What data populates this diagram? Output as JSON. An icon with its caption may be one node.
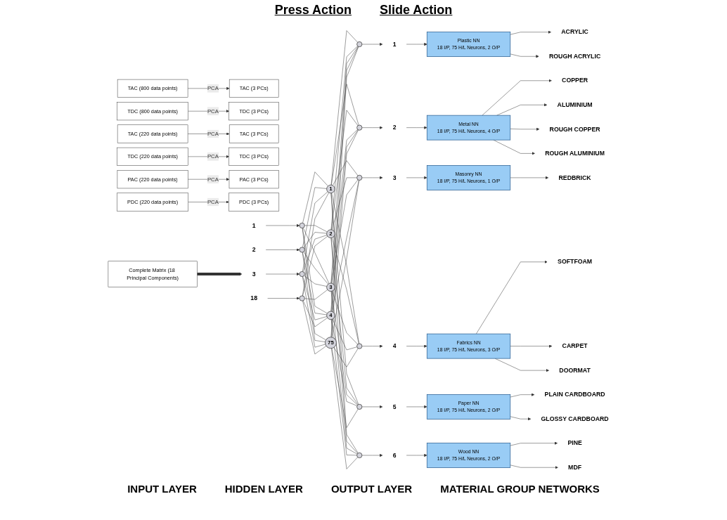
{
  "diagram": {
    "nodes": [
      {
        "text": [
          "TAC (800 data points)"
        ]
      },
      {
        "text": [
          "TAC (3 PCs)"
        ]
      },
      {
        "text": [
          "TDC (800 data points)"
        ]
      },
      {
        "text": [
          "TDC (3 PCs)"
        ]
      },
      {
        "text": [
          "TAC (220 data points)"
        ]
      },
      {
        "text": [
          "TAC (3 PCs)"
        ]
      },
      {
        "text": [
          "TDC (220 data points)"
        ]
      },
      {
        "text": [
          "TDC (3 PCs)"
        ]
      },
      {
        "text": [
          "PAC (220 data points)"
        ]
      },
      {
        "text": [
          "PAC (3 PCs)"
        ]
      },
      {
        "text": [
          "PDC (220 data points)"
        ]
      },
      {
        "text": [
          "PDC (3 PCs)"
        ]
      },
      {
        "text": [
          "Complete Matrix (18 Principal Components)"
        ]
      },
      {
        "text": [
          "1"
        ]
      },
      {
        "text": [
          "2"
        ]
      },
      {
        "text": [
          "3"
        ]
      },
      {
        "text": [
          "18"
        ]
      },
      {
        "text": [],
        "shape": "circle"
      },
      {
        "text": [],
        "shape": "circle"
      },
      {
        "text": [],
        "shape": "circle"
      },
      {
        "text": [],
        "shape": "circle"
      },
      {
        "text": [
          "1"
        ]
      },
      {
        "text": [
          "2"
        ]
      },
      {
        "text": [
          "3"
        ]
      },
      {
        "text": [
          "4"
        ]
      },
      {
        "text": [
          "75"
        ]
      },
      {
        "text": [],
        "shape": "circle"
      },
      {
        "text": [],
        "shape": "circle"
      },
      {
        "text": [],
        "shape": "circle"
      },
      {
        "text": [],
        "shape": "circle"
      },
      {
        "text": [],
        "shape": "circle"
      },
      {
        "text": [],
        "shape": "circle"
      },
      {
        "text": [
          "1"
        ]
      },
      {
        "text": [
          "2"
        ]
      },
      {
        "text": [
          "3"
        ]
      },
      {
        "text": [
          "4"
        ]
      },
      {
        "text": [
          "5"
        ]
      },
      {
        "text": [
          "6"
        ]
      },
      {
        "text": [
          "Plastic NN",
          "18 I/P, 75 H/L Neurons, 2 O/P"
        ]
      },
      {
        "text": [
          "Metal NN",
          "18 I/P, 75 H/L Neurons, 4 O/P"
        ]
      },
      {
        "text": [
          "Masonry NN",
          "18 I/P, 75 H/L Neurons, 1 O/P"
        ]
      },
      {
        "text": [
          "Fabrics NN",
          "18 I/P, 75 H/L Neurons, 3 O/P"
        ]
      },
      {
        "text": [
          "Paper NN",
          "18 I/P, 75 H/L Neurons, 2 O/P"
        ]
      },
      {
        "text": [
          "Wood NN",
          "18 I/P, 75 H/L Neurons, 2 O/P"
        ]
      },
      {
        "text": [
          "ACRYLIC"
        ]
      },
      {
        "text": [
          "ROUGH ACRYLIC"
        ]
      },
      {
        "text": [
          "COPPER"
        ]
      },
      {
        "text": [
          "ALUMINIUM"
        ]
      },
      {
        "text": [
          "ROUGH COPPER"
        ]
      },
      {
        "text": [
          "ROUGH ALUMINIUM"
        ]
      },
      {
        "text": [
          "REDBRICK"
        ]
      },
      {
        "text": [
          "SOFTFOAM"
        ]
      },
      {
        "text": [
          "CARPET"
        ]
      },
      {
        "text": [
          "DOORMAT"
        ]
      },
      {
        "text": [
          "PLAIN CARDBOARD"
        ]
      },
      {
        "text": [
          "GLOSSY CARDBOARD"
        ]
      },
      {
        "text": [
          "PINE"
        ]
      },
      {
        "text": [
          "MDF"
        ]
      }
    ],
    "edges": [
      {
        "from": 0,
        "to": 1,
        "arrow": "to",
        "label": "PCA"
      },
      {
        "from": 2,
        "to": 3,
        "arrow": "to",
        "label": "PCA"
      },
      {
        "from": 4,
        "to": 5,
        "arrow": "to",
        "label": "PCA"
      },
      {
        "from": 6,
        "to": 7,
        "arrow": "to",
        "label": "PCA"
      },
      {
        "from": 8,
        "to": 9,
        "arrow": "to",
        "label": "PCA"
      },
      {
        "from": 10,
        "to": 11,
        "arrow": "to",
        "label": "PCA"
      },
      {
        "from": 12,
        "to": 15,
        "arrow": "to",
        "style": "thick"
      },
      {
        "from": 13,
        "to": 17,
        "arrow": "to"
      },
      {
        "from": 14,
        "to": 18,
        "arrow": "to"
      },
      {
        "from": 15,
        "to": 19,
        "arrow": "to"
      },
      {
        "from": 16,
        "to": 20,
        "arrow": "to"
      },
      {
        "from": 17,
        "to": 21,
        "arrow": "none"
      },
      {
        "from": 17,
        "to": 22,
        "arrow": "none"
      },
      {
        "from": 17,
        "to": 23,
        "arrow": "none"
      },
      {
        "from": 17,
        "to": 24,
        "arrow": "none"
      },
      {
        "from": 17,
        "to": 25,
        "arrow": "none"
      },
      {
        "from": 18,
        "to": 21,
        "arrow": "none"
      },
      {
        "from": 18,
        "to": 22,
        "arrow": "none"
      },
      {
        "from": 18,
        "to": 23,
        "arrow": "none"
      },
      {
        "from": 18,
        "to": 24,
        "arrow": "none"
      },
      {
        "from": 18,
        "to": 25,
        "arrow": "none"
      },
      {
        "from": 19,
        "to": 21,
        "arrow": "none"
      },
      {
        "from": 19,
        "to": 22,
        "arrow": "none"
      },
      {
        "from": 19,
        "to": 23,
        "arrow": "none"
      },
      {
        "from": 19,
        "to": 24,
        "arrow": "none"
      },
      {
        "from": 19,
        "to": 25,
        "arrow": "none"
      },
      {
        "from": 20,
        "to": 21,
        "arrow": "none"
      },
      {
        "from": 20,
        "to": 22,
        "arrow": "none"
      },
      {
        "from": 20,
        "to": 23,
        "arrow": "none"
      },
      {
        "from": 20,
        "to": 24,
        "arrow": "none"
      },
      {
        "from": 20,
        "to": 25,
        "arrow": "none"
      },
      {
        "from": 21,
        "to": 26,
        "arrow": "none"
      },
      {
        "from": 21,
        "to": 27,
        "arrow": "none"
      },
      {
        "from": 21,
        "to": 28,
        "arrow": "none"
      },
      {
        "from": 21,
        "to": 29,
        "arrow": "none"
      },
      {
        "from": 21,
        "to": 30,
        "arrow": "none"
      },
      {
        "from": 21,
        "to": 31,
        "arrow": "none"
      },
      {
        "from": 22,
        "to": 26,
        "arrow": "none"
      },
      {
        "from": 22,
        "to": 27,
        "arrow": "none"
      },
      {
        "from": 22,
        "to": 28,
        "arrow": "none"
      },
      {
        "from": 22,
        "to": 29,
        "arrow": "none"
      },
      {
        "from": 22,
        "to": 30,
        "arrow": "none"
      },
      {
        "from": 22,
        "to": 31,
        "arrow": "none"
      },
      {
        "from": 23,
        "to": 26,
        "arrow": "none"
      },
      {
        "from": 23,
        "to": 27,
        "arrow": "none"
      },
      {
        "from": 23,
        "to": 28,
        "arrow": "none"
      },
      {
        "from": 23,
        "to": 29,
        "arrow": "none"
      },
      {
        "from": 23,
        "to": 30,
        "arrow": "none"
      },
      {
        "from": 23,
        "to": 31,
        "arrow": "none"
      },
      {
        "from": 24,
        "to": 26,
        "arrow": "none"
      },
      {
        "from": 24,
        "to": 27,
        "arrow": "none"
      },
      {
        "from": 24,
        "to": 28,
        "arrow": "none"
      },
      {
        "from": 24,
        "to": 29,
        "arrow": "none"
      },
      {
        "from": 24,
        "to": 30,
        "arrow": "none"
      },
      {
        "from": 24,
        "to": 31,
        "arrow": "none"
      },
      {
        "from": 25,
        "to": 26,
        "arrow": "none"
      },
      {
        "from": 25,
        "to": 27,
        "arrow": "none"
      },
      {
        "from": 25,
        "to": 28,
        "arrow": "none"
      },
      {
        "from": 25,
        "to": 29,
        "arrow": "none"
      },
      {
        "from": 25,
        "to": 30,
        "arrow": "none"
      },
      {
        "from": 25,
        "to": 31,
        "arrow": "none"
      },
      {
        "from": 26,
        "to": 32,
        "arrow": "to"
      },
      {
        "from": 27,
        "to": 33,
        "arrow": "to"
      },
      {
        "from": 28,
        "to": 34,
        "arrow": "to"
      },
      {
        "from": 29,
        "to": 35,
        "arrow": "to"
      },
      {
        "from": 30,
        "to": 36,
        "arrow": "to"
      },
      {
        "from": 31,
        "to": 37,
        "arrow": "to"
      },
      {
        "from": 32,
        "to": 38,
        "arrow": "to"
      },
      {
        "from": 33,
        "to": 39,
        "arrow": "to"
      },
      {
        "from": 34,
        "to": 40,
        "arrow": "to"
      },
      {
        "from": 35,
        "to": 41,
        "arrow": "to"
      },
      {
        "from": 36,
        "to": 42,
        "arrow": "to"
      },
      {
        "from": 37,
        "to": 43,
        "arrow": "to"
      },
      {
        "from": 38,
        "to": 44,
        "arrow": "to"
      },
      {
        "from": 38,
        "to": 45,
        "arrow": "to"
      },
      {
        "from": 39,
        "to": 46,
        "arrow": "to"
      },
      {
        "from": 39,
        "to": 47,
        "arrow": "to"
      },
      {
        "from": 39,
        "to": 48,
        "arrow": "to"
      },
      {
        "from": 39,
        "to": 49,
        "arrow": "to"
      },
      {
        "from": 40,
        "to": 50,
        "arrow": "to"
      },
      {
        "from": 41,
        "to": 51,
        "arrow": "to"
      },
      {
        "from": 41,
        "to": 52,
        "arrow": "to"
      },
      {
        "from": 41,
        "to": 53,
        "arrow": "to"
      },
      {
        "from": 42,
        "to": 54,
        "arrow": "to"
      },
      {
        "from": 42,
        "to": 55,
        "arrow": "to"
      },
      {
        "from": 43,
        "to": 56,
        "arrow": "to"
      },
      {
        "from": 43,
        "to": 57,
        "arrow": "to"
      }
    ],
    "labels": [
      "Press Action",
      "Slide Action",
      "INPUT LAYER",
      "HIDDEN LAYER",
      "OUTPUT LAYER",
      "MATERIAL GROUP NETWORKS"
    ]
  }
}
